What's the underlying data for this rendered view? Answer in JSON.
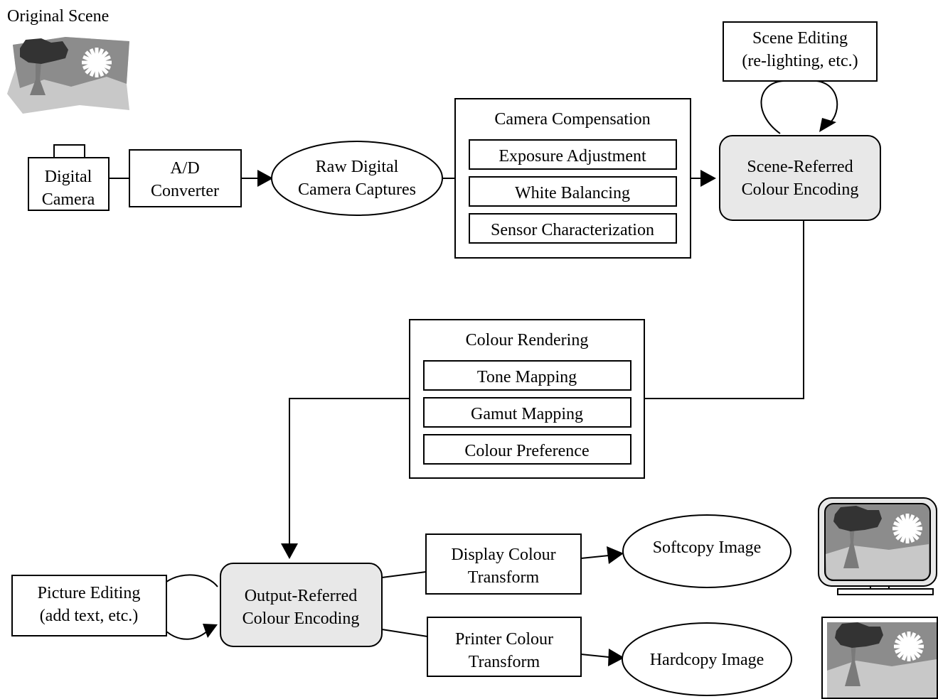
{
  "colors": {
    "box_fill": "#ffffff",
    "encoding_fill": "#e8e8e8",
    "scene_ground": "#c8c8c8",
    "scene_sky": "#8c8c8c",
    "tree_crown": "#333333",
    "tree_trunk": "#7a7a7a"
  },
  "scene": {
    "title": "Original Scene"
  },
  "camera": {
    "line1": "Digital",
    "line2": "Camera"
  },
  "ad": {
    "line1": "A/D",
    "line2": "Converter"
  },
  "raw": {
    "line1": "Raw Digital",
    "line2": "Camera Captures"
  },
  "camcomp": {
    "title": "Camera Compensation",
    "items": [
      "Exposure Adjustment",
      "White Balancing",
      "Sensor Characterization"
    ]
  },
  "scene_editing": {
    "line1": "Scene Editing",
    "line2": "(re-lighting, etc.)"
  },
  "scene_ref": {
    "line1": "Scene-Referred",
    "line2": "Colour Encoding"
  },
  "rendering": {
    "title": "Colour Rendering",
    "items": [
      "Tone Mapping",
      "Gamut Mapping",
      "Colour Preference"
    ]
  },
  "picture_editing": {
    "line1": "Picture Editing",
    "line2": "(add text, etc.)"
  },
  "output_ref": {
    "line1": "Output-Referred",
    "line2": "Colour Encoding"
  },
  "display_xform": {
    "line1": "Display Colour",
    "line2": "Transform"
  },
  "printer_xform": {
    "line1": "Printer Colour",
    "line2": "Transform"
  },
  "softcopy": {
    "label": "Softcopy Image"
  },
  "hardcopy": {
    "label": "Hardcopy Image"
  }
}
